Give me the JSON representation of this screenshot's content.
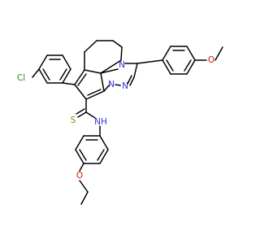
{
  "diagram": {
    "atom_labels": {
      "cl": "Cl",
      "o_methoxy": "O",
      "s": "S",
      "nh": "NH",
      "n1": "N",
      "n2": "N",
      "n3": "N",
      "o_ethoxy": "O"
    },
    "colors": {
      "bond": "#000000",
      "carbon_text": "#000000",
      "nitrogen": "#3333cc",
      "oxygen": "#cc2200",
      "chlorine": "#1a8f1a",
      "sulfur": "#8a8a00"
    }
  }
}
